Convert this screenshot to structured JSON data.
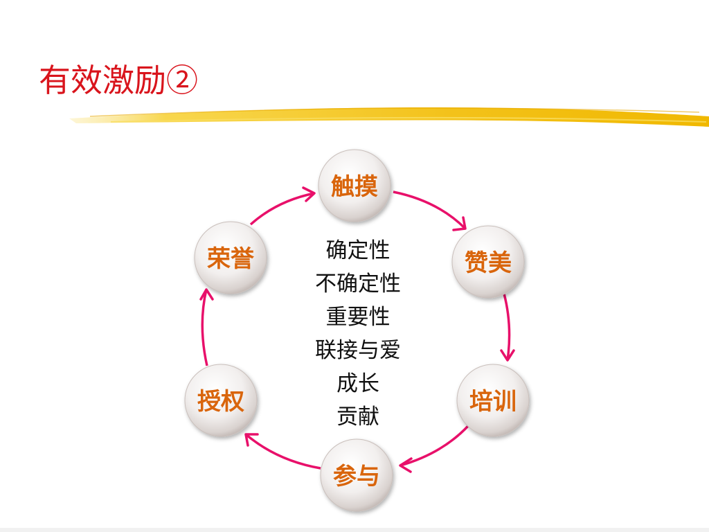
{
  "title": "有效激励②",
  "colors": {
    "title": "#d9141c",
    "arrow": "#e8106a",
    "node_label": "#d9650c",
    "underline": "#f5c518"
  },
  "cycle": {
    "nodes": [
      {
        "id": "touch",
        "label": "触摸"
      },
      {
        "id": "praise",
        "label": "赞美"
      },
      {
        "id": "training",
        "label": "培训"
      },
      {
        "id": "participation",
        "label": "参与"
      },
      {
        "id": "authorization",
        "label": "授权"
      },
      {
        "id": "honor",
        "label": "荣誉"
      }
    ],
    "center_items": [
      "确定性",
      "不确定性",
      "重要性",
      "联接与爱",
      "成长",
      "贡献"
    ]
  }
}
